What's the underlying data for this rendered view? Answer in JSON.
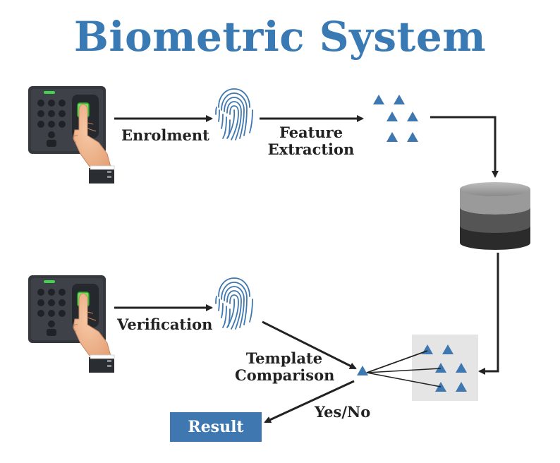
{
  "title": "Biometric System",
  "labels": {
    "enrolment": "Enrolment",
    "feature_extraction_line1": "Feature",
    "feature_extraction_line2": "Extraction",
    "verification": "Verification",
    "template_comparison_line1": "Template",
    "template_comparison_line2": "Comparison",
    "yes_no": "Yes/No",
    "result": "Result"
  },
  "colors": {
    "title_blue": "#3a7ab4",
    "triangle_blue": "#3f78b1",
    "arrow": "#222222",
    "scanner_body": "#3a3d42",
    "database_dark": "#2b2b2b",
    "database_light": "#9a9a9a",
    "template_panel": "#e5e5e5"
  },
  "icons": [
    "fingerprint-scanner-icon",
    "fingerprint-icon",
    "feature-triangles-icon",
    "database-icon",
    "template-triangles-icon"
  ]
}
